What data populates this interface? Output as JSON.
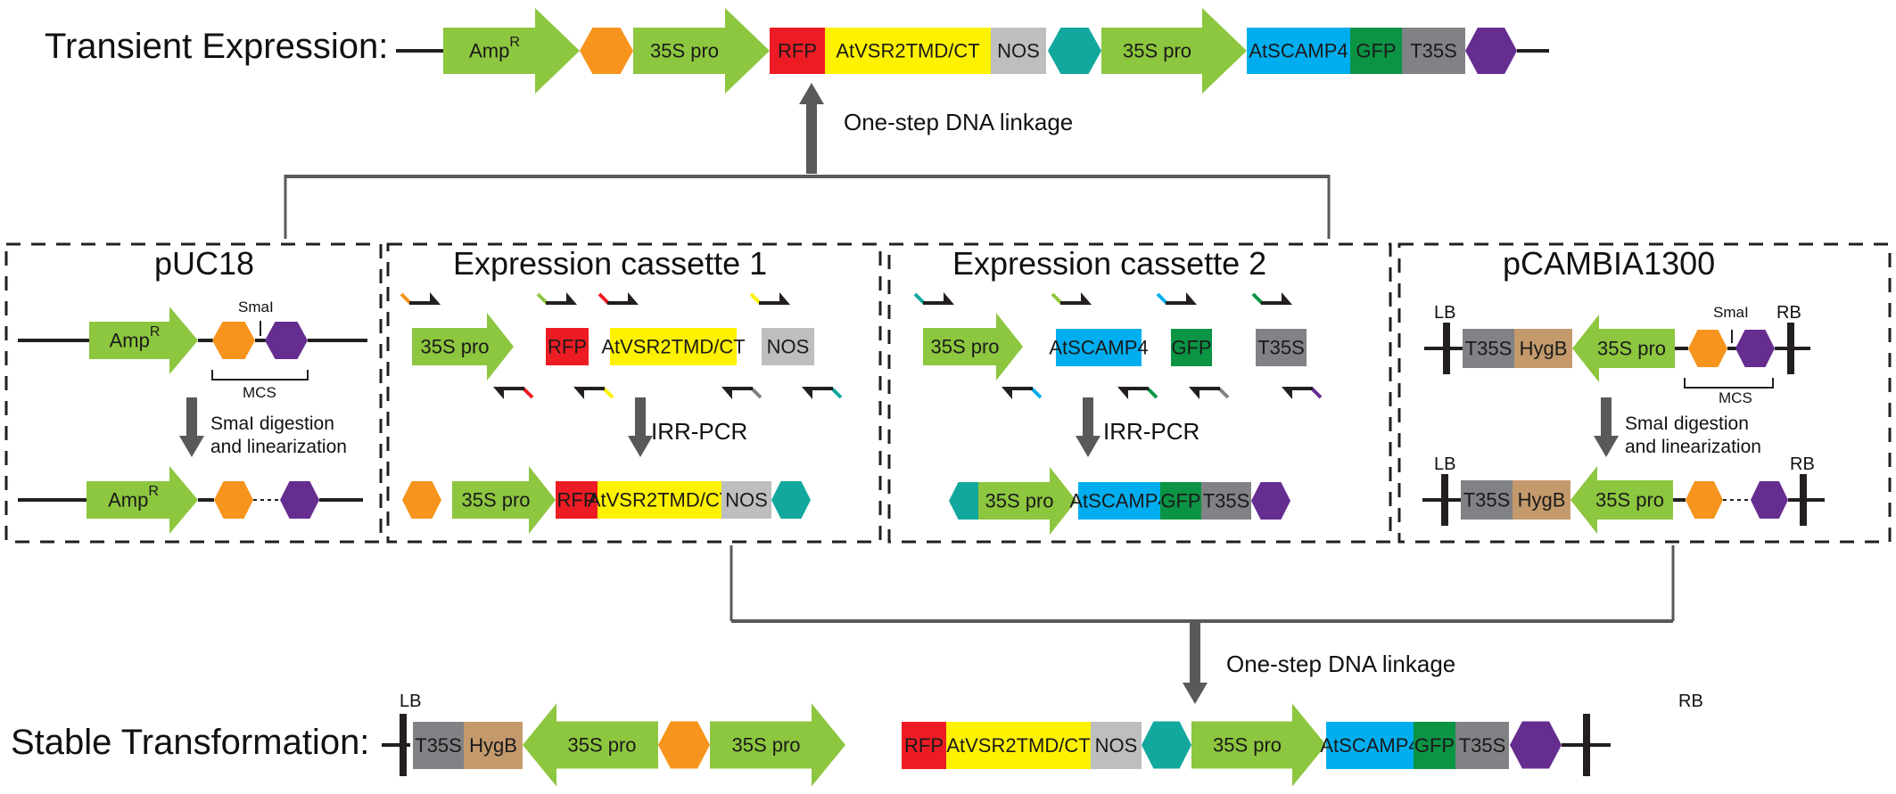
{
  "colors": {
    "promoter": "#8dc63f",
    "rfp": "#ed1c24",
    "vsr": "#fff200",
    "nos": "#bcbec0",
    "scamp": "#00aeef",
    "gfp": "#0b9444",
    "t35s": "#808285",
    "hygb": "#c49a6c",
    "orange_site": "#f7941d",
    "teal_site": "#13a89e",
    "purple_site": "#662d91",
    "arrow": "#58595b",
    "line": "#231f20"
  },
  "labels": {
    "amp": "Amp",
    "amp_sup": "R",
    "promoter": "35S pro",
    "rfp": "RFP",
    "vsr": "AtVSR2TMD/CT",
    "nos": "NOS",
    "scamp": "AtSCAMP4",
    "gfp": "GFP",
    "t35s": "T35S",
    "hygb": "HygB",
    "lb": "LB",
    "rb": "RB",
    "smai": "SmaI",
    "mcs": "MCS"
  },
  "transient": {
    "title": "Transient Expression:"
  },
  "stable": {
    "title": "Stable Transformation:"
  },
  "steps": {
    "top_linkage": "One-step DNA linkage",
    "bottom_linkage": "One-step DNA linkage",
    "irr_pcr_1": "IRR-PCR",
    "irr_pcr_2": "IRR-PCR",
    "digest_line1": "SmaI digestion",
    "digest_line2": "and linearization"
  },
  "panels": [
    {
      "id": "puc18",
      "title": "pUC18"
    },
    {
      "id": "cassette1",
      "title": "Expression cassette 1"
    },
    {
      "id": "cassette2",
      "title": "Expression cassette 2"
    },
    {
      "id": "pcambia",
      "title": "pCAMBIA1300"
    }
  ]
}
